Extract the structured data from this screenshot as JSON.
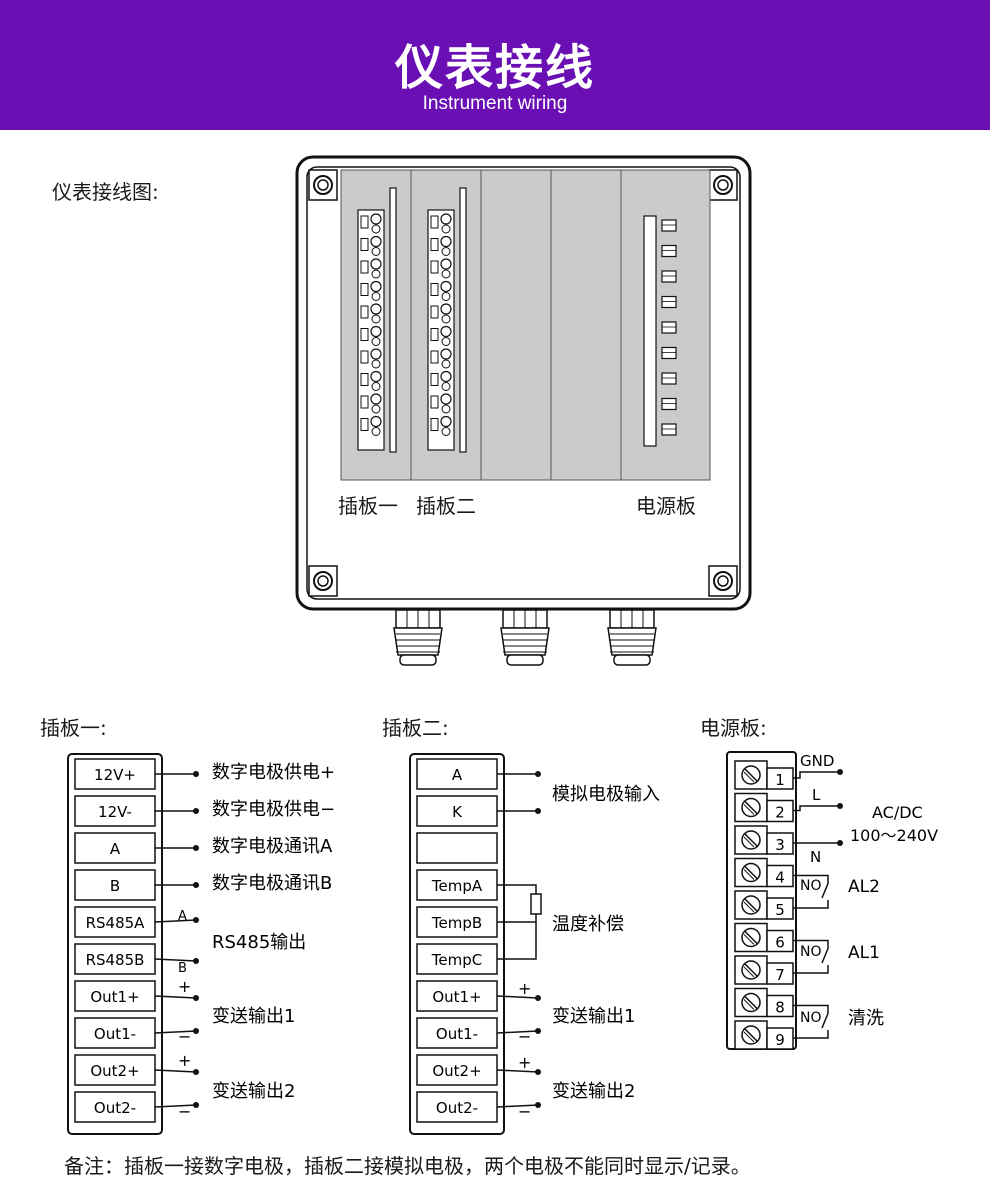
{
  "header": {
    "title": "仪表接线",
    "subtitle": "Instrument wiring"
  },
  "diagram_label": "仪表接线图:",
  "enclosure": {
    "slot1": "插板一",
    "slot2": "插板二",
    "slot3": "电源板"
  },
  "board1": {
    "title": "插板一:",
    "terminals": [
      "12V+",
      "12V-",
      "A",
      "B",
      "RS485A",
      "RS485B",
      "Out1+",
      "Out1-",
      "Out2+",
      "Out2-"
    ],
    "wire_a": "A",
    "wire_b": "B",
    "plus": "+",
    "minus": "−",
    "labels": [
      "数字电极供电+",
      "数字电极供电−",
      "数字电极通讯A",
      "数字电极通讯B",
      "RS485输出",
      "变送输出1",
      "变送输出2"
    ]
  },
  "board2": {
    "title": "插板二:",
    "terminals": [
      "A",
      "K",
      "",
      "TempA",
      "TempB",
      "TempC",
      "Out1+",
      "Out1-",
      "Out2+",
      "Out2-"
    ],
    "plus": "+",
    "minus": "−",
    "labels": [
      "模拟电极输入",
      "温度补偿",
      "变送输出1",
      "变送输出2"
    ]
  },
  "power": {
    "title": "电源板:",
    "numbers": [
      "1",
      "2",
      "3",
      "4",
      "5",
      "6",
      "7",
      "8",
      "9"
    ],
    "gnd": "GND",
    "l": "L",
    "n": "N",
    "acdc": "AC/DC",
    "voltage": "100～240V",
    "no": "NO",
    "al2": "AL2",
    "al1": "AL1",
    "wash": "清洗"
  },
  "note": "备注：插板一接数字电极，插板二接模拟电极，两个电极不能同时显示/记录。",
  "colors": {
    "banner": "#6a0fb4",
    "panel": "#cbcbcb"
  }
}
